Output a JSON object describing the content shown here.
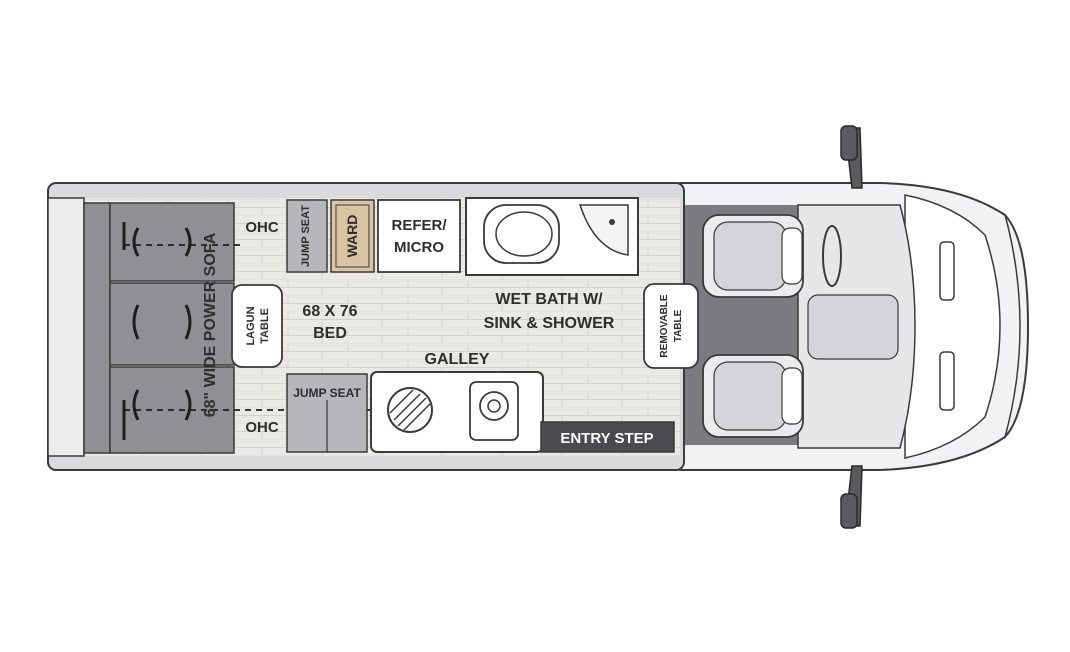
{
  "labels": {
    "ohc_top": "OHC",
    "jump_seat_top": "JUMP SEAT",
    "ward": "WARD",
    "refer_line1": "REFER/",
    "refer_line2": "MICRO",
    "wet_bath_line1": "WET BATH W/",
    "wet_bath_line2": "SINK & SHOWER",
    "lagun_line1": "LAGUN",
    "lagun_line2": "TABLE",
    "bed_line1": "68 X 76",
    "bed_line2": "BED",
    "sofa": "68\" WIDE POWER SOFA",
    "galley": "GALLEY",
    "jump_seat_bottom": "JUMP SEAT",
    "ohc_bottom": "OHC",
    "entry_step": "ENTRY STEP",
    "removable_line1": "REMOVABLE",
    "removable_line2": "TABLE"
  },
  "colors": {
    "outline": "#3a3a3a",
    "wall": "#d9dadc",
    "floor": "#ebe9e3",
    "plank": "#d6d3cc",
    "cab_floor": "#7a7c80",
    "sofa_dark": "#8e9094",
    "fixture_fill": "#ffffff",
    "ward_fill": "#d8c4a2",
    "entry_step": "#4a4b4e"
  }
}
